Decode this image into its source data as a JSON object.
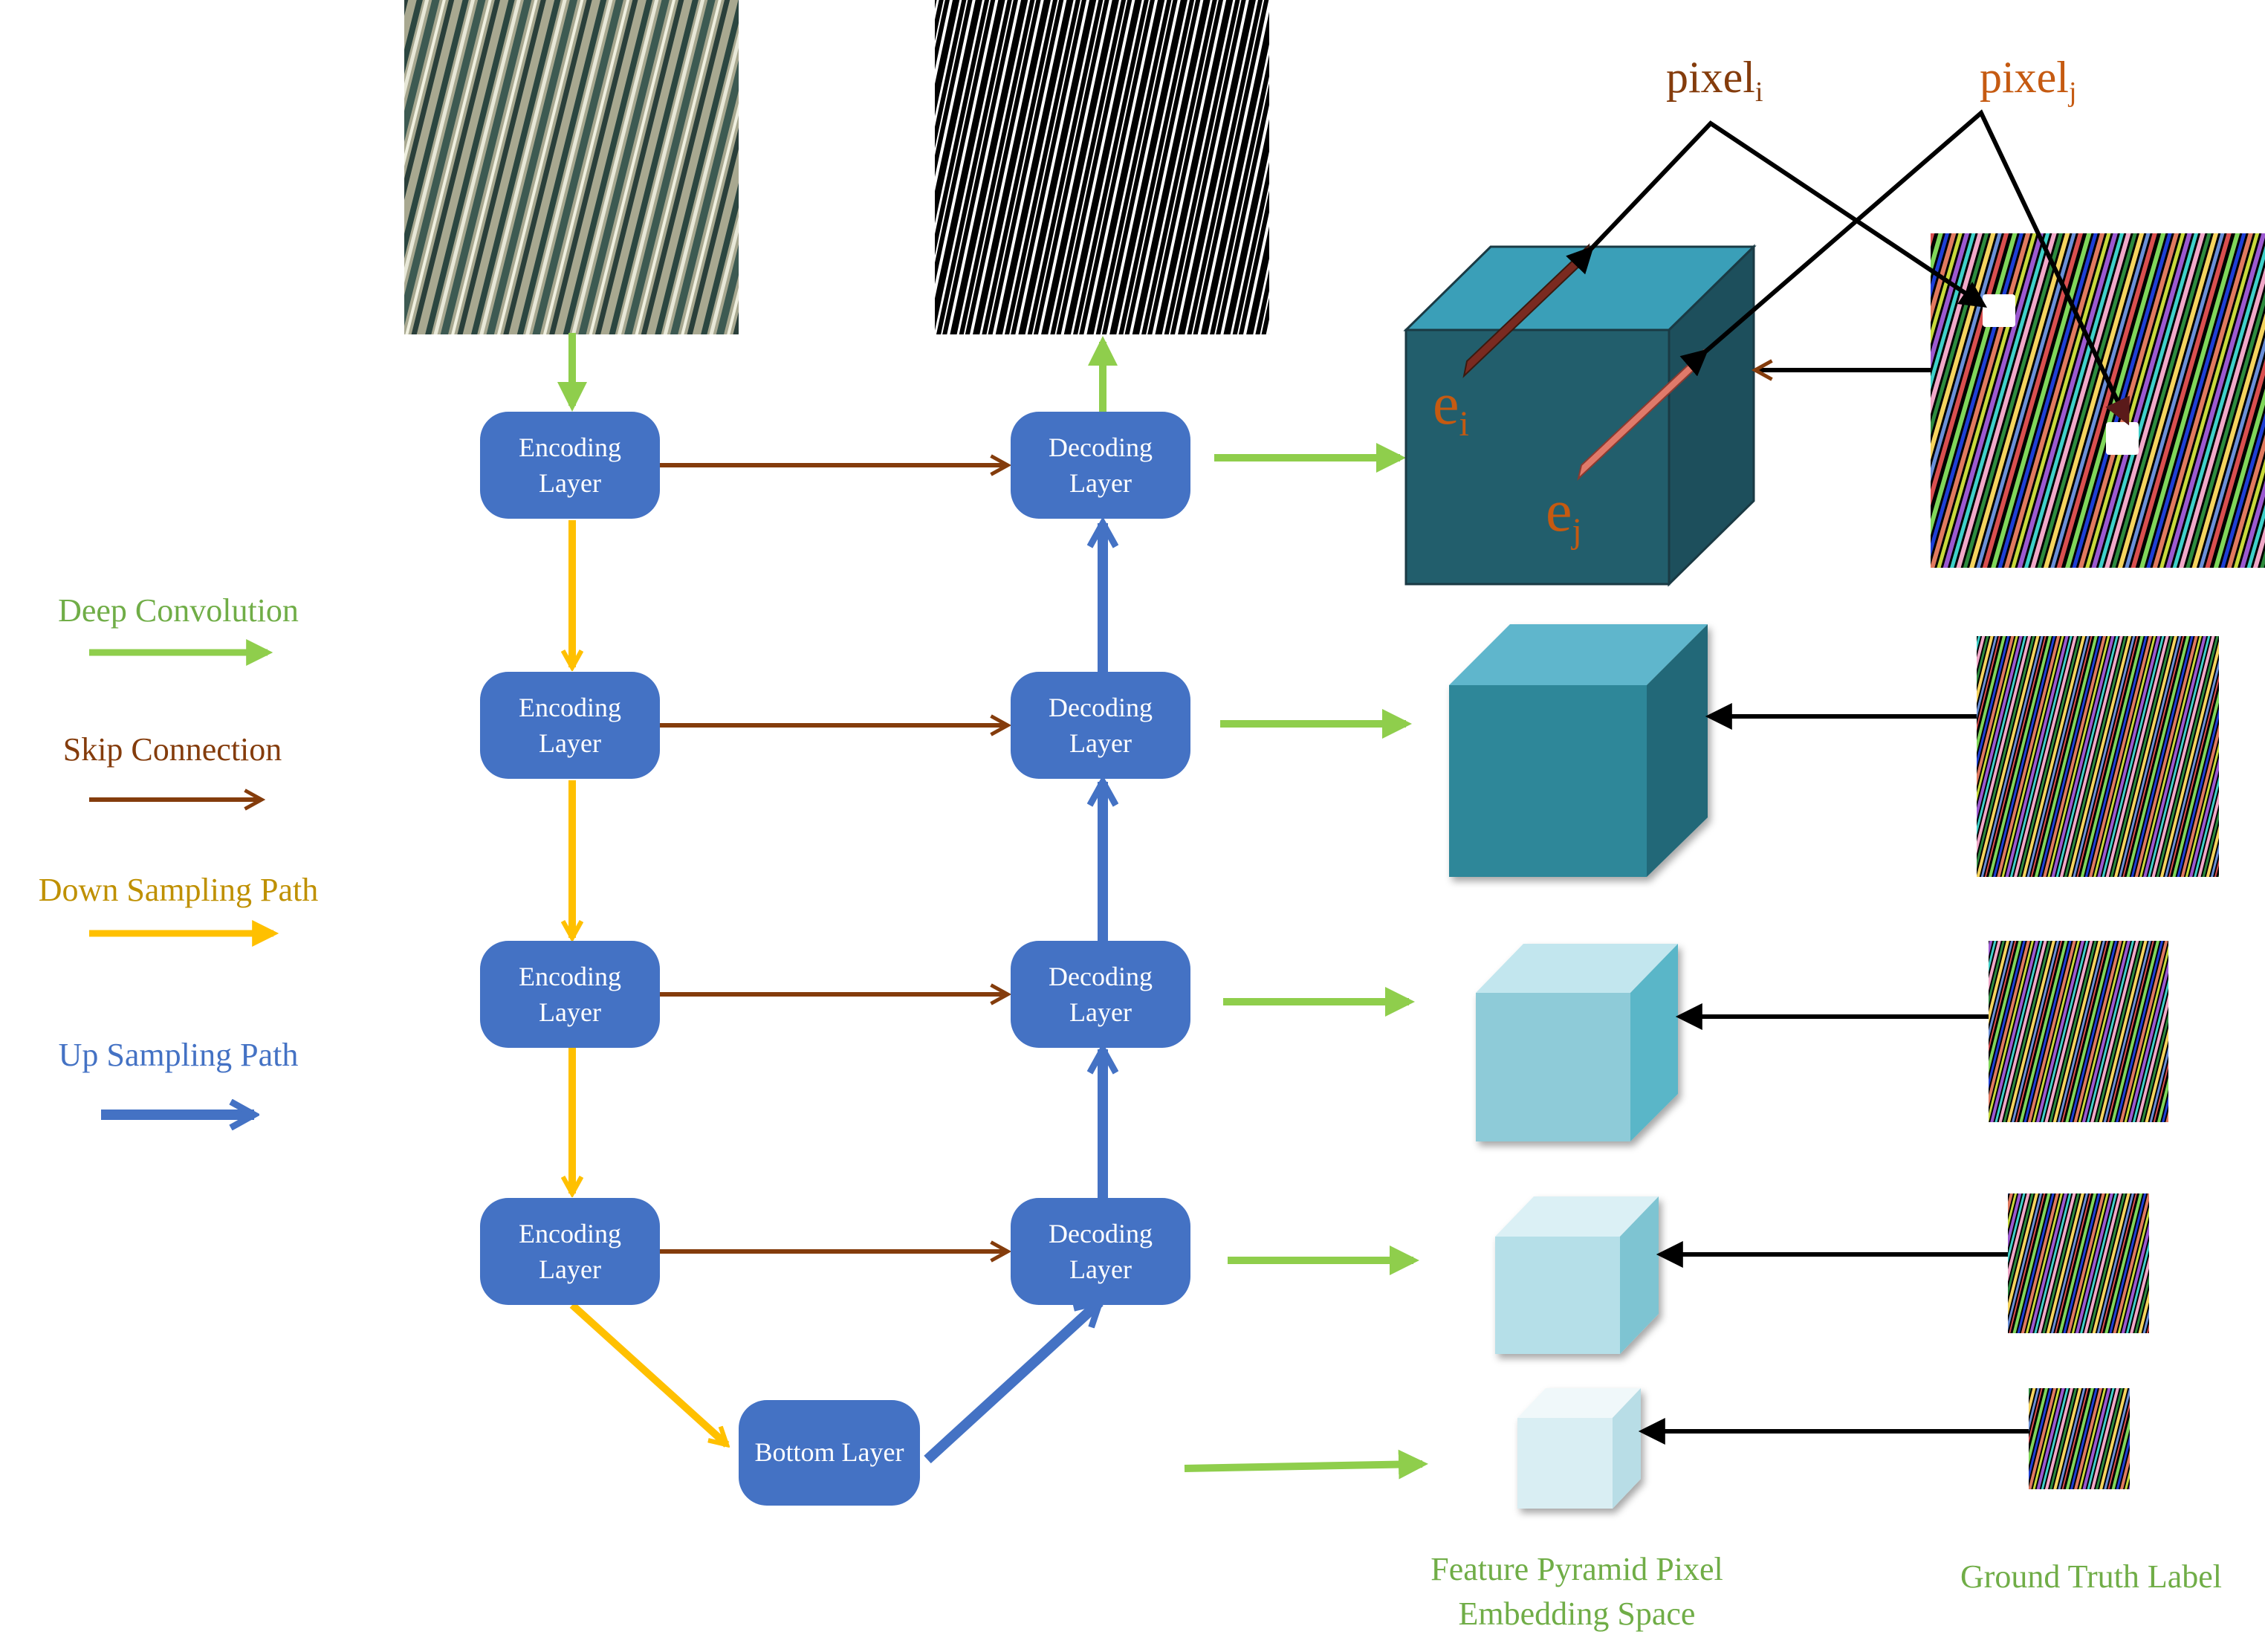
{
  "legend": {
    "deep_convolution": "Deep Convolution",
    "skip_connection": "Skip Connection",
    "down_sampling": "Down Sampling Path",
    "up_sampling": "Up Sampling Path"
  },
  "nodes": {
    "encoding_line1": "Encoding",
    "decoding_line1": "Decoding",
    "layer_line2": "Layer",
    "bottom": "Bottom Layer"
  },
  "labels": {
    "pixel_i": "pixel",
    "pixel_i_sub": "i",
    "pixel_j": "pixel",
    "pixel_j_sub": "j",
    "e_i": "e",
    "e_i_sub": "i",
    "e_j": "e",
    "e_j_sub": "j"
  },
  "captions": {
    "embedding_line1": "Feature Pyramid Pixel",
    "embedding_line2": "Embedding Space",
    "ground_truth": "Ground Truth Label"
  },
  "colors": {
    "deep_convolution": "#8fce4c",
    "skip_connection": "#843c0c",
    "down_sampling": "#ffc000",
    "up_sampling": "#4472c4",
    "node_fill": "#4472c4",
    "legend_green_text": "#70ad47",
    "legend_brown_text": "#843c0c",
    "legend_yellow_text": "#bf9000",
    "legend_blue_text": "#4472c4"
  }
}
